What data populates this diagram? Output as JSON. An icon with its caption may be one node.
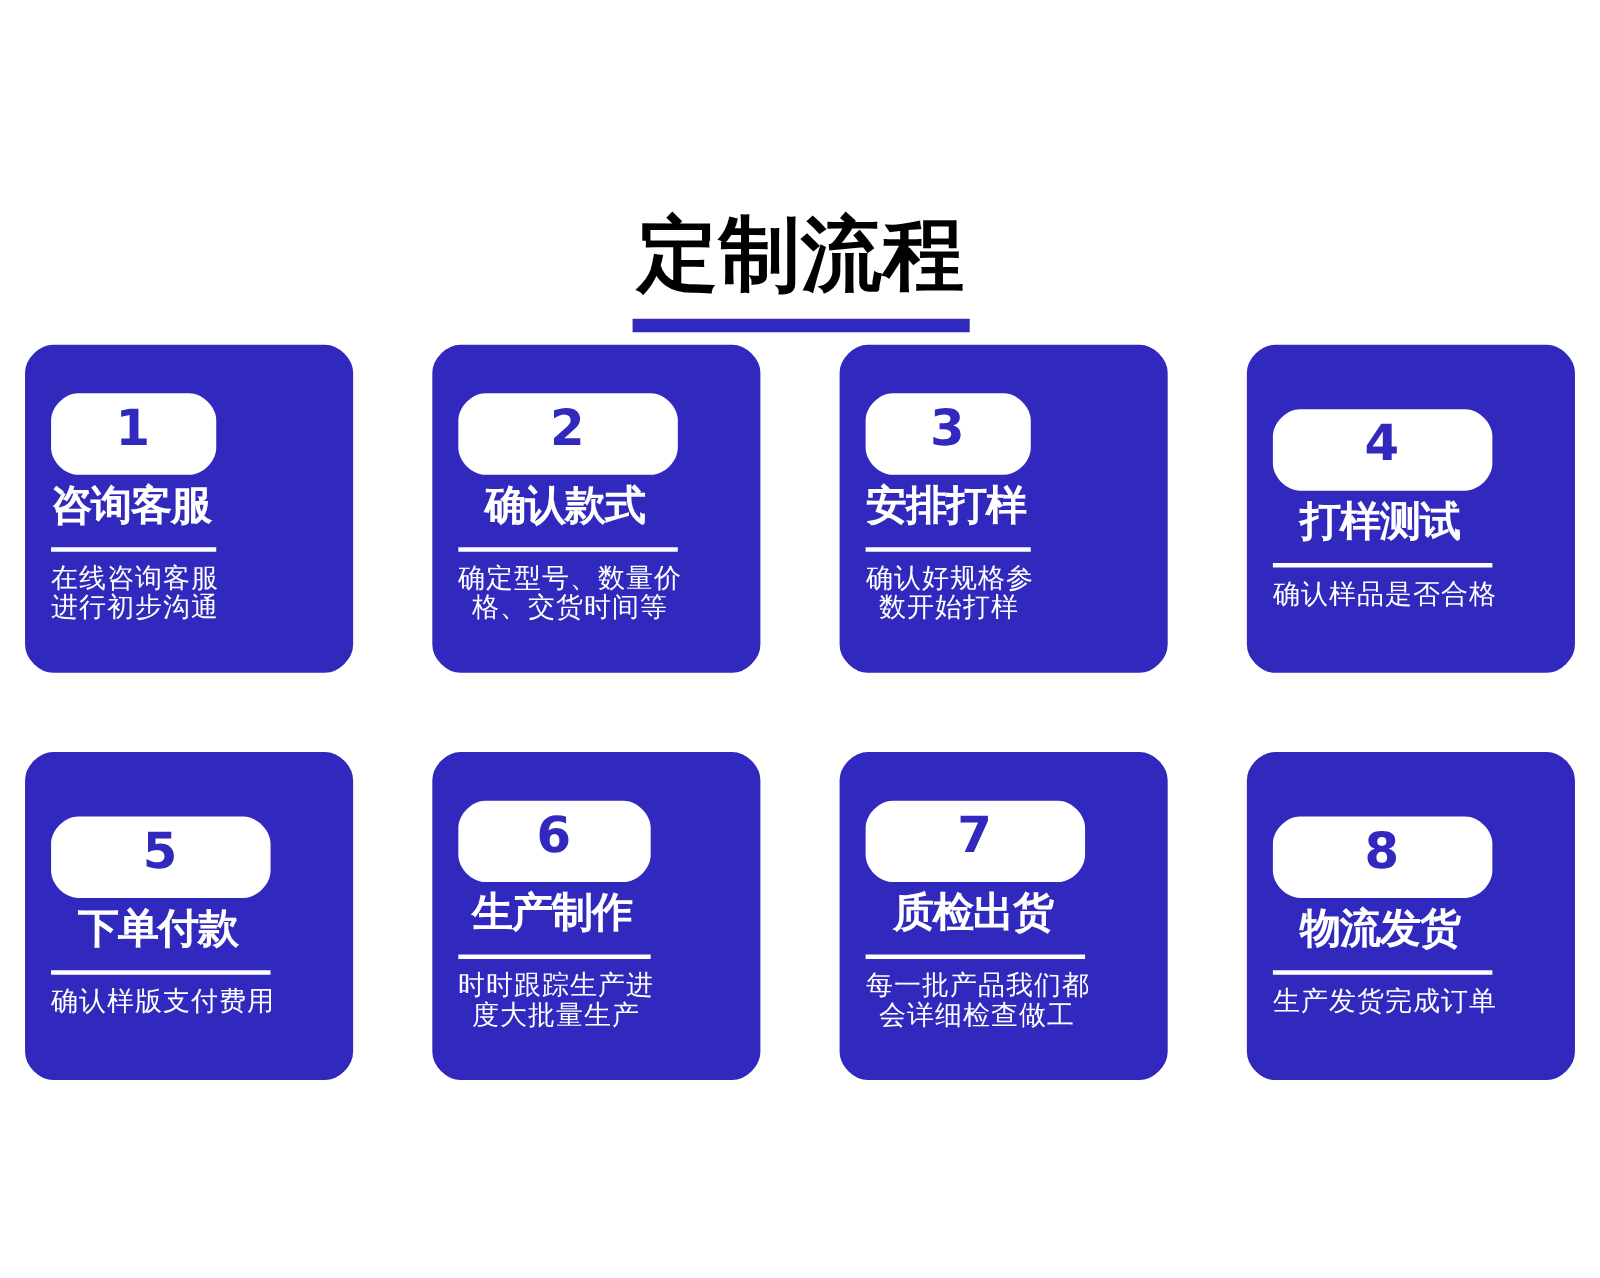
{
  "diagram": {
    "title": "定制流程",
    "nodes": [
      {
        "text": [
          "1",
          "咨询客服",
          "在线咨询客服进行初步沟通"
        ]
      },
      {
        "text": [
          "2",
          "确认款式",
          "确定型号、数量价格、交货时间等"
        ]
      },
      {
        "text": [
          "3",
          "安排打样",
          "确认好规格参数开始打样"
        ]
      },
      {
        "text": [
          "4",
          "打样测试",
          "确认样品是否合格"
        ]
      },
      {
        "text": [
          "5",
          "下单付款",
          "确认样版支付费用"
        ]
      },
      {
        "text": [
          "6",
          "生产制作",
          "时时跟踪生产进度大批量生产"
        ]
      },
      {
        "text": [
          "7",
          "质检出货",
          "每一批产品我们都会详细检查做工"
        ]
      },
      {
        "text": [
          "8",
          "物流发货",
          "生产发货完成订单"
        ]
      }
    ]
  }
}
